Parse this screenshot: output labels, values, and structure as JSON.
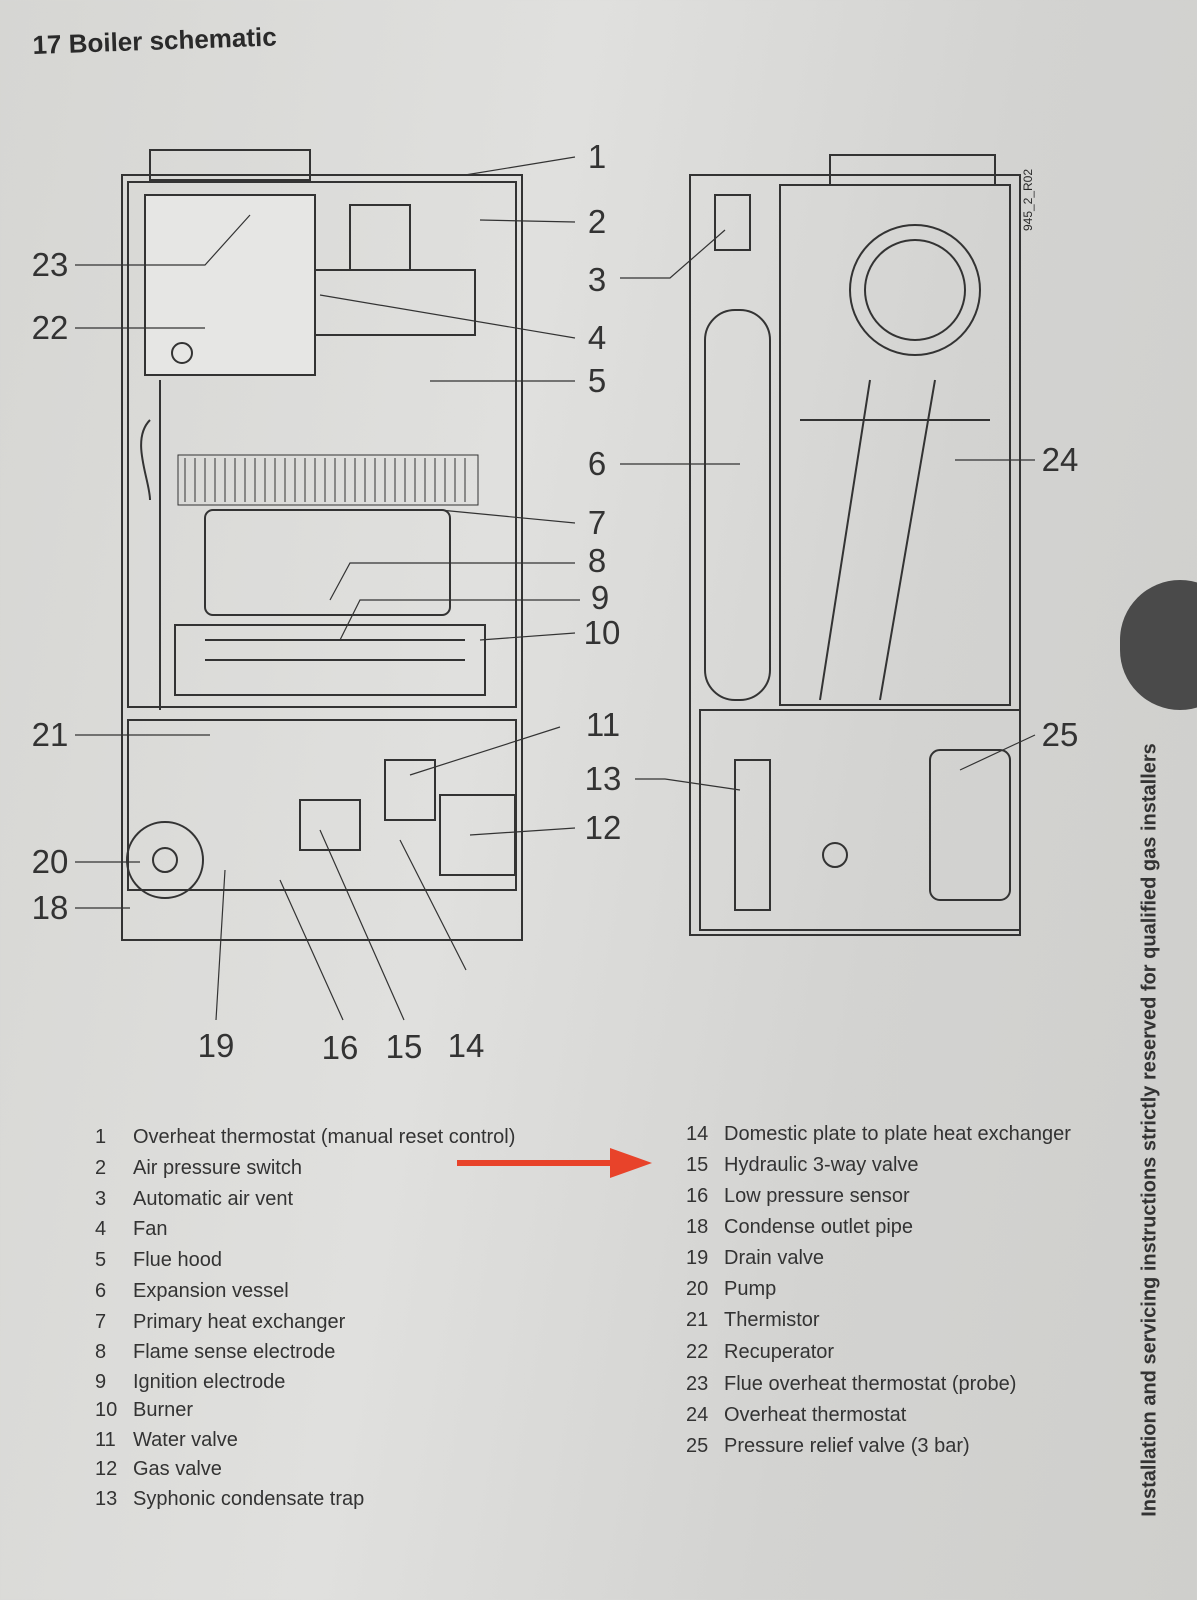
{
  "title": "17 Boiler schematic",
  "drawing_code": "945_2_R02",
  "callouts": {
    "c1": "1",
    "c2": "2",
    "c3": "3",
    "c4": "4",
    "c5": "5",
    "c6": "6",
    "c7": "7",
    "c8": "8",
    "c9": "9",
    "c10": "10",
    "c11": "11",
    "c12": "12",
    "c13": "13",
    "c14": "14",
    "c15": "15",
    "c16": "16",
    "c18": "18",
    "c19": "19",
    "c20": "20",
    "c21": "21",
    "c22": "22",
    "c23": "23",
    "c24": "24",
    "c25": "25"
  },
  "legend_left": [
    {
      "num": "1",
      "label": "Overheat thermostat (manual reset control)"
    },
    {
      "num": "2",
      "label": "Air pressure switch"
    },
    {
      "num": "3",
      "label": "Automatic air vent"
    },
    {
      "num": "4",
      "label": "Fan"
    },
    {
      "num": "5",
      "label": "Flue hood"
    },
    {
      "num": "6",
      "label": "Expansion vessel"
    },
    {
      "num": "7",
      "label": "Primary heat exchanger"
    },
    {
      "num": "8",
      "label": "Flame sense electrode"
    },
    {
      "num": "9",
      "label": "Ignition electrode"
    },
    {
      "num": "10",
      "label": "Burner"
    },
    {
      "num": "11",
      "label": "Water valve"
    },
    {
      "num": "12",
      "label": "Gas valve"
    },
    {
      "num": "13",
      "label": "Syphonic condensate trap"
    }
  ],
  "legend_right": [
    {
      "num": "14",
      "label": "Domestic plate to plate heat exchanger"
    },
    {
      "num": "15",
      "label": "Hydraulic 3-way valve"
    },
    {
      "num": "16",
      "label": "Low pressure sensor"
    },
    {
      "num": "18",
      "label": "Condense outlet pipe"
    },
    {
      "num": "19",
      "label": "Drain valve"
    },
    {
      "num": "20",
      "label": "Pump"
    },
    {
      "num": "21",
      "label": "Thermistor"
    },
    {
      "num": "22",
      "label": "Recuperator"
    },
    {
      "num": "23",
      "label": "Flue overheat thermostat (probe)"
    },
    {
      "num": "24",
      "label": "Overheat thermostat"
    },
    {
      "num": "25",
      "label": "Pressure relief valve (3 bar)"
    }
  ],
  "side_text": "Installation and servicing instructions strictly reserved for qualified gas installers",
  "annotation_arrow_color": "#e8432a"
}
